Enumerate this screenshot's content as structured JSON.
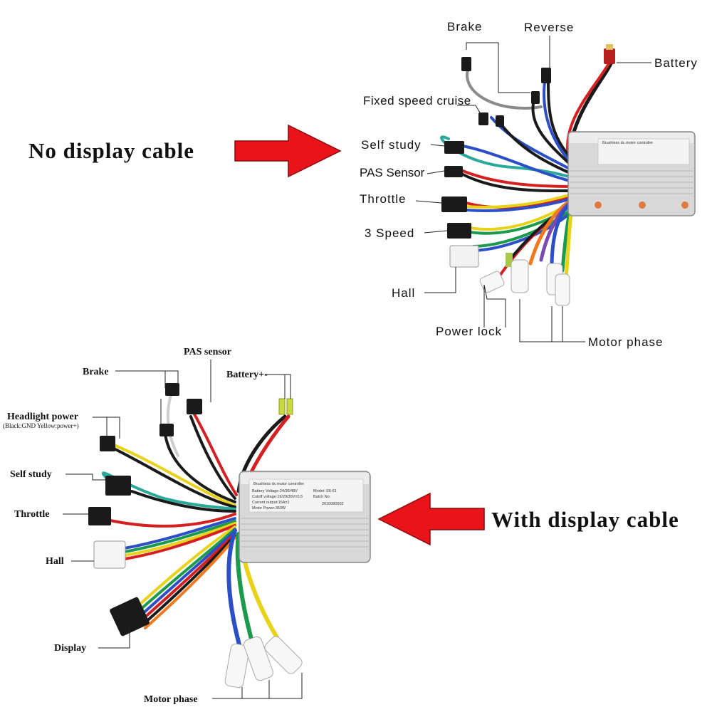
{
  "top_section": {
    "heading": "No display cable",
    "labels": {
      "brake": "Brake",
      "reverse": "Reverse",
      "battery": "Battery",
      "cruise": "Fixed speed cruise",
      "self_study": "Self study",
      "pas": "PAS Sensor",
      "throttle": "Throttle",
      "speed3": "3 Speed",
      "hall": "Hall",
      "power_lock": "Power lock",
      "motor_phase": "Motor phase"
    },
    "controller_title": "Brushless dc motor controller"
  },
  "bottom_section": {
    "heading": "With display cable",
    "labels": {
      "pas": "PAS sensor",
      "brake": "Brake",
      "battery": "Battery+-",
      "headlight": "Headlight power",
      "headlight_note": "(Black:GND Yellow:power+)",
      "self_study": "Self study",
      "throttle": "Throttle",
      "hall": "Hall",
      "display": "Display",
      "motor_phase": "Motor phase"
    },
    "controller": {
      "title": "Brushless dc motor controller",
      "battery_voltage": "Battery Voltage:24/36/48V",
      "cutoff_voltage": "Cutoff voltage:19/29/39V±0.5",
      "current_output": "Current output:15A±1",
      "motor_power": "Motor Power:350W",
      "model": "Model: S6-61",
      "batch": "Batch No:",
      "serial": "2010080002"
    }
  },
  "colors": {
    "arrow_red": "#e8141a",
    "controller_body": "#d9d9d9",
    "wire_red": "#d42020",
    "wire_yellow": "#e8d21a",
    "wire_green": "#1a9a4a",
    "wire_blue": "#2c4fc8",
    "wire_teal": "#2aa89a",
    "wire_orange": "#f07a20",
    "wire_black": "#1a1a1a",
    "wire_gray": "#8a8a8a",
    "wire_purple": "#7a4ab0"
  }
}
